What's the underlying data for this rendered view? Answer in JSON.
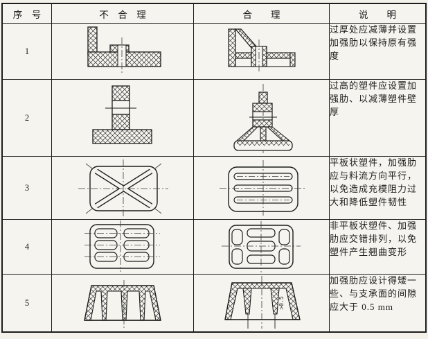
{
  "page": {
    "paper_color": "#f3f1ea",
    "line_color": "#1c1c1c"
  },
  "table": {
    "headers": [
      {
        "label": "序　号"
      },
      {
        "label": "不　合　理"
      },
      {
        "label": "合　　理"
      },
      {
        "label": "说　　明"
      }
    ],
    "rows": [
      {
        "no": "1",
        "desc": "过厚处应减薄并设置加强肋以保持原有强度"
      },
      {
        "no": "2",
        "desc": "过高的塑件应设置加强肋、以减薄塑件壁厚"
      },
      {
        "no": "3",
        "desc": "平板状塑件，加强肋应与料流方向平行，以免造成充模阻力过大和降低塑件韧性"
      },
      {
        "no": "4",
        "desc": "非平板状塑件、加强肋应交错排列，以免塑件产生翘曲变形"
      },
      {
        "no": "5",
        "desc": "加强肋应设计得矮一些、与支承面的间隙应大于 0.5 mm",
        "annotation": ">0.5"
      }
    ]
  }
}
